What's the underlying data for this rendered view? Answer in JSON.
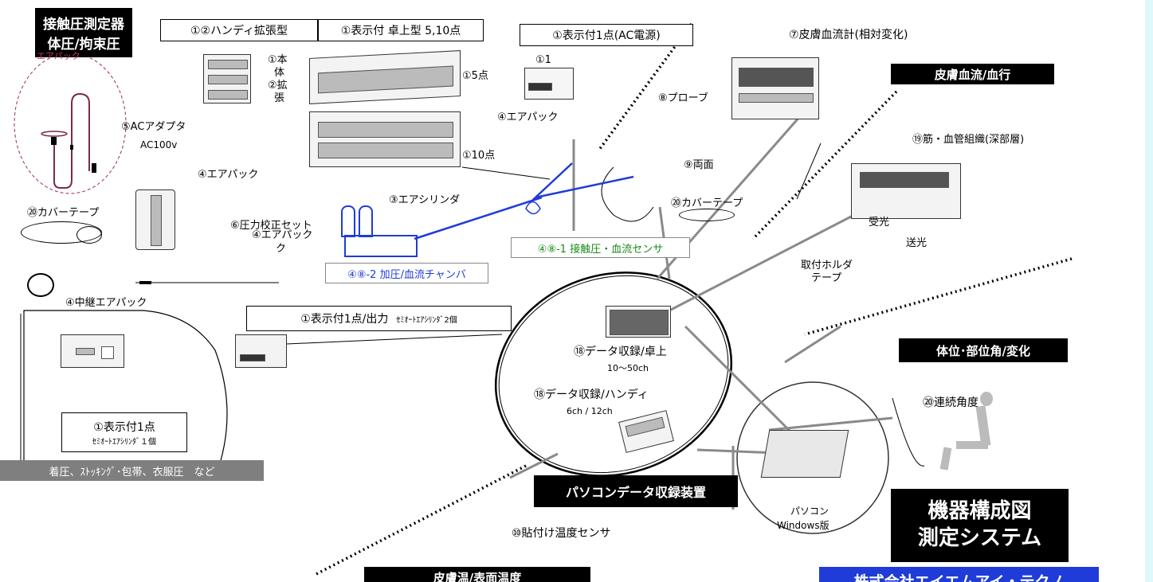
{
  "title_box": {
    "line1": "接触圧測定器",
    "line2": "体圧/拘束圧"
  },
  "airpack_small": "エアパック",
  "handy_box": "①②ハンディ拡張型",
  "tabletop_box": "①表示付 卓上型 5,10点",
  "ac_box": "①表示付1点(AC電源)",
  "blood_flow_meter": "⑦皮膚血流計(相対変化)",
  "blood_flow_section": "皮膚血流/血行",
  "body_label": "①本",
  "body_label2": "体",
  "expand_label": "②拡",
  "expand_label2": "張",
  "five_points": "①5点",
  "one_label": "①1",
  "ac_adapter": "⑤ACアダプタ",
  "ac100v": "AC100v",
  "airpack_a": "④エアパック",
  "airpack_b": "④エアパック",
  "airpack_c": "④エアパック",
  "airpack_c2": "ク",
  "ten_points": "①10点",
  "probe": "⑧プローブ",
  "both_sides": "⑨両面",
  "deep_tissue": "⑲筋・血管組織(深部層)",
  "cover_tape_left": "⑳カバーテープ",
  "cover_tape_mid": "⑳カバーテープ",
  "air_cylinder": "③エアシリンダ",
  "calibration_set": "⑥圧力校正セット",
  "receive": "受光",
  "transmit": "送光",
  "holder_tape1": "取付ホルダ",
  "holder_tape2": "テープ",
  "sensor_box": "④⑧-1 接触圧・血流センサ",
  "chamber_box": "④⑧-2 加圧/血流チャンバ",
  "relay_airpack": "④中継エアパック",
  "output_box_main": "①表示付1点/出力",
  "output_box_sub": "ｾﾐｵｰﾄｴｱｼﾘﾝﾀﾞ2個",
  "posture_section": "体位･部位角/変化",
  "data_tabletop": "⑱データ収録/卓上",
  "data_tabletop_ch": "10～50ch",
  "data_handy": "⑱データ収録/ハンディ",
  "data_handy_ch": "6ch / 12ch",
  "continuous_angle": "⑳連続角度",
  "display_one_line1": "①表示付1点",
  "display_one_line2": "ｾﾐｵｰﾄｴｱｼﾘﾝﾀﾞ１個",
  "garment_pressure": "着圧、ｽﾄｯｷﾝｸﾞ･包帯、衣服圧　など",
  "pc_data_system": "パソコンデータ収録装置",
  "pc_label": "パソコン",
  "windows_label": "Windows版",
  "system_title1": "機器構成図",
  "system_title2": "測定システム",
  "temp_sensor": "⑩貼付け温度センサ",
  "skin_temp_section": "皮膚温/表面温度",
  "company_name": "株式会社エイエムアイ・テクノ",
  "colors": {
    "accent_blue": "#1f3cd8",
    "sensor_green": "#1a8a1a",
    "strip": "#dff8fb",
    "gray_bar": "#7f7f7f"
  }
}
